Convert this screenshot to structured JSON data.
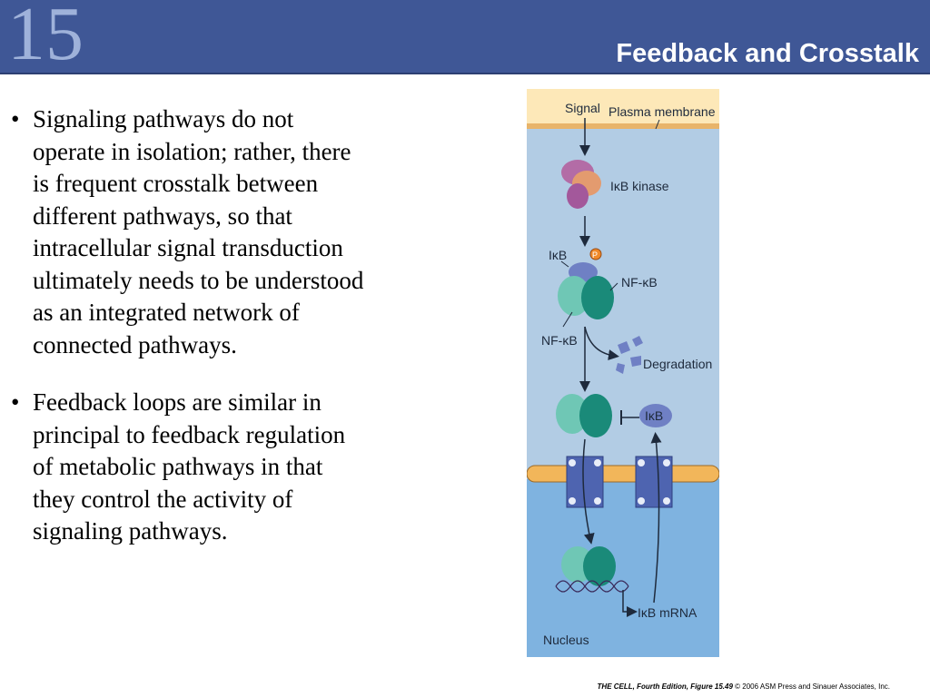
{
  "header": {
    "chapter_number": "15",
    "title": "Feedback and Crosstalk"
  },
  "bullets": [
    "Signaling pathways do not operate in isolation; rather, there is frequent crosstalk between different pathways, so that intracellular signal transduction ultimately needs to be understood as an integrated network of connected pathways.",
    "Feedback loops are similar in principal to feedback regulation of metabolic pathways in that they control the activity of signaling pathways."
  ],
  "figure": {
    "signal": "Signal",
    "plasma_membrane": "Plasma membrane",
    "ikb_kinase": "IκB kinase",
    "ikb": "IκB",
    "phosphate": "P",
    "nfkb_right": "NF-κB",
    "nfkb_left": "NF-κB",
    "degradation": "Degradation",
    "ikb_free": "IκB",
    "ikb_mrna": "IκB mRNA",
    "nucleus": "Nucleus"
  },
  "credit": {
    "book": "THE CELL, Fourth Edition, Figure 15.49",
    "rest": "© 2006 ASM Press and Sinauer Associates, Inc."
  },
  "colors": {
    "header_bg": "#3f5796",
    "chapter_number": "#9fb2da",
    "cytoplasm": "#b2cce4",
    "nucleus": "#7fb3e0",
    "membrane_band": "#fde8b8",
    "nfkb_dark": "#1a8a79",
    "nfkb_light": "#6fc7b5",
    "ikb": "#6f80c4"
  }
}
